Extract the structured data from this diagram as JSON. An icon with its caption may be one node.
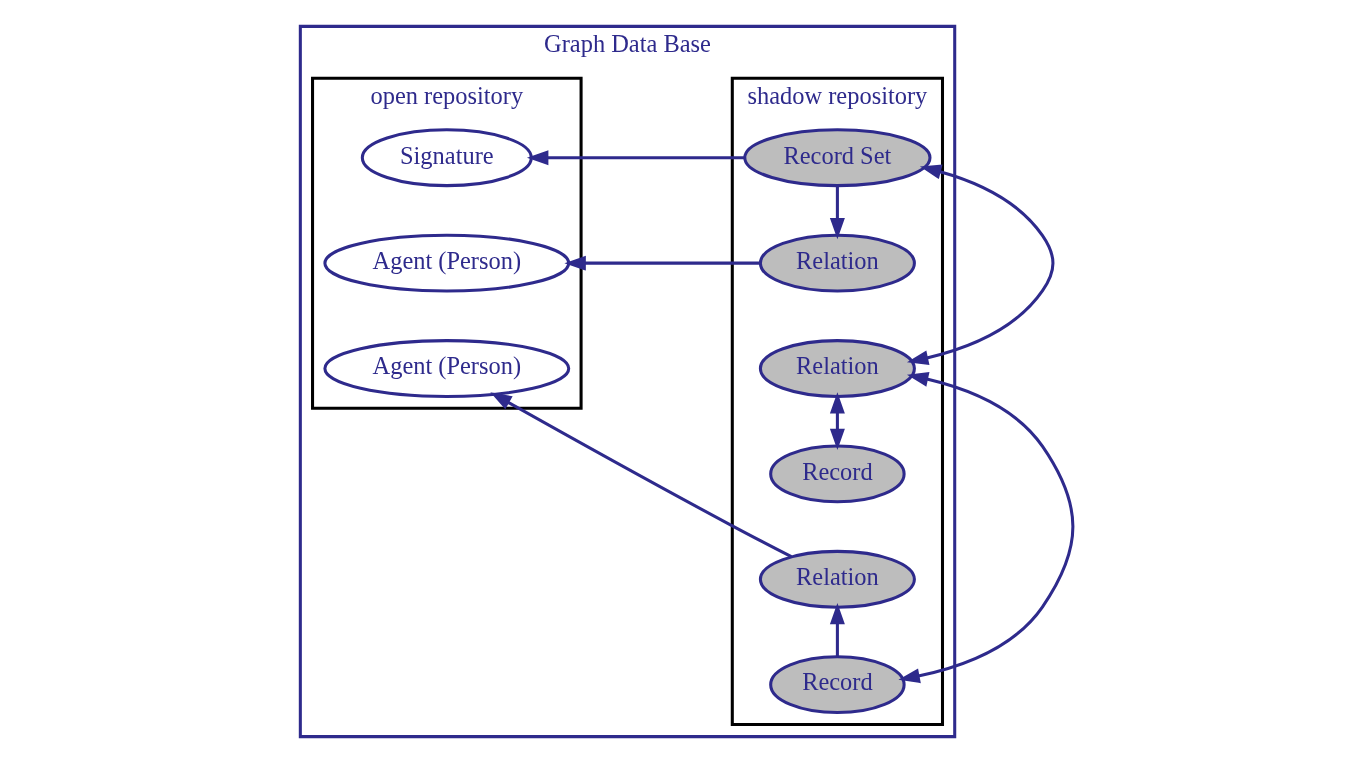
{
  "diagram": {
    "nodes": [
      {
        "text": [
          "Graph Data Base"
        ]
      },
      {
        "text": [
          "open repository"
        ],
        "in": 0
      },
      {
        "text": [
          "Signature"
        ],
        "in": 1
      },
      {
        "text": [
          "Agent (Person)"
        ],
        "in": 1
      },
      {
        "text": [
          "Agent (Person)"
        ],
        "in": 1
      },
      {
        "text": [
          "shadow repository"
        ],
        "in": 0
      },
      {
        "text": [
          "Record Set"
        ],
        "in": 5
      },
      {
        "text": [
          "Relation"
        ],
        "in": 5
      },
      {
        "text": [
          "Relation"
        ],
        "in": 5
      },
      {
        "text": [
          "Record"
        ],
        "in": 5
      },
      {
        "text": [
          "Relation"
        ],
        "in": 5
      },
      {
        "text": [
          "Record"
        ],
        "in": 5
      }
    ],
    "edges": [
      {
        "from": 6,
        "to": 2,
        "arrow": "to"
      },
      {
        "from": 6,
        "to": 7,
        "arrow": "to"
      },
      {
        "from": 6,
        "to": 8,
        "arrow": "both"
      },
      {
        "from": 7,
        "to": 3,
        "arrow": "to"
      },
      {
        "from": 8,
        "to": 9,
        "arrow": "both"
      },
      {
        "from": 8,
        "to": 11,
        "arrow": "both"
      },
      {
        "from": 11,
        "to": 10,
        "arrow": "to"
      },
      {
        "from": 10,
        "to": 4,
        "arrow": "to"
      }
    ]
  }
}
